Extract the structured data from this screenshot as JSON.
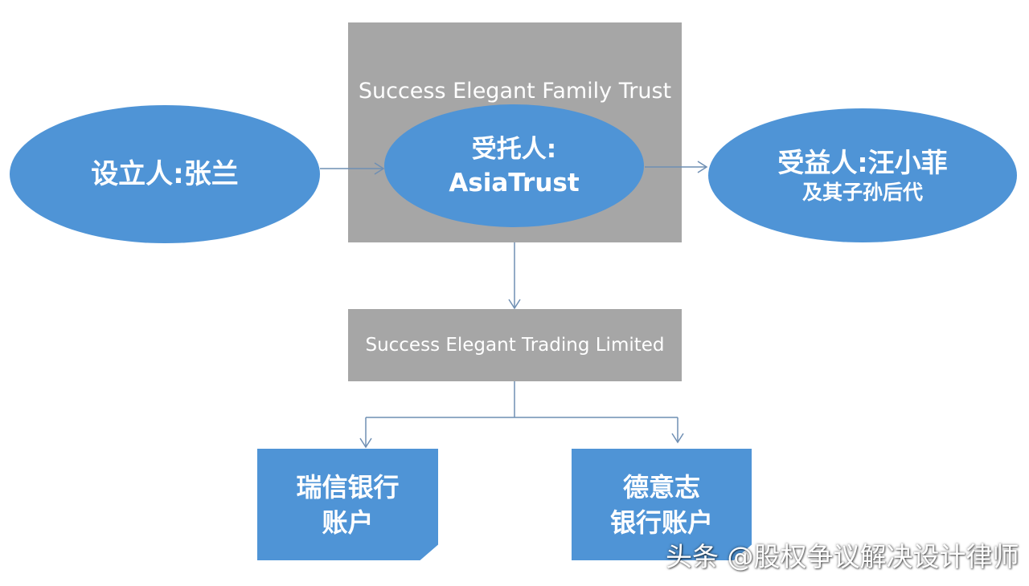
{
  "trust": {
    "title": "Success Elegant Family Trust"
  },
  "settlor": {
    "label": "设立人:张兰"
  },
  "trustee": {
    "line1": "受托人:",
    "line2": "AsiaTrust"
  },
  "beneficiary": {
    "line1": "受益人:汪小菲",
    "line2": "及其子孙后代"
  },
  "company": {
    "label": "Success Elegant Trading Limited"
  },
  "banks": [
    {
      "line1": "瑞信银行",
      "line2": "账户"
    },
    {
      "line1": "德意志",
      "line2": "银行账户"
    }
  ],
  "watermark": {
    "text": "头条 @股权争议解决设计律师"
  },
  "colors": {
    "node_blue": "#4f94d6",
    "box_gray": "#a6a6a6",
    "connector": "#6f8fb3"
  }
}
